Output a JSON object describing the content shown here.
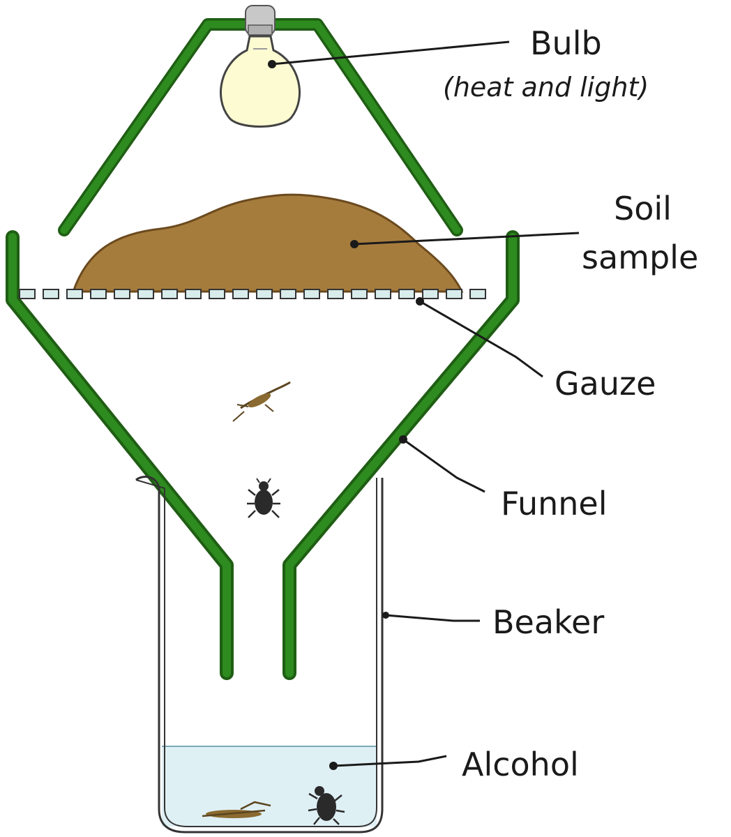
{
  "colors": {
    "apparatus_green": "#2e8b1f",
    "apparatus_green_dark": "#1f5e14",
    "soil": "#a67c3d",
    "soil_outline": "#6b4a1e",
    "bulb_glass": "#fdfbd2",
    "bulb_cap": "#c8c8c8",
    "gauze": "#d9ecec",
    "alcohol": "#dff0f5",
    "beaker_outline": "#333333",
    "insect": "#2a2a2a",
    "larva": "#8a6a30"
  },
  "labels": {
    "bulb": "Bulb",
    "bulb_note": "(heat and light)",
    "soil_line1": "Soil",
    "soil_line2": "sample",
    "gauze": "Gauze",
    "funnel": "Funnel",
    "beaker": "Beaker",
    "alcohol": "Alcohol"
  }
}
